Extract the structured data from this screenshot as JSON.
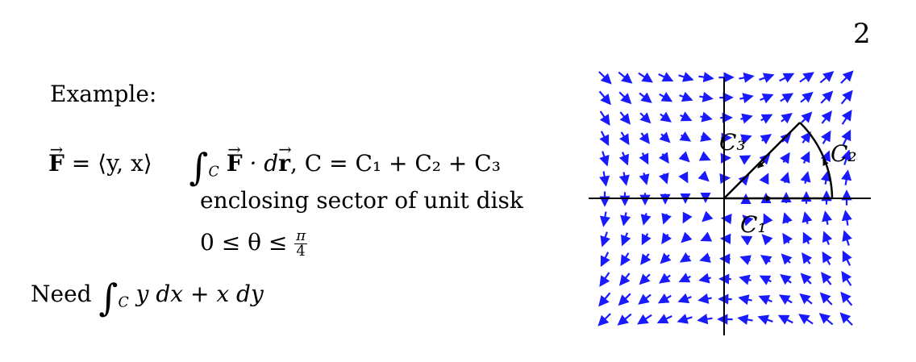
{
  "page_number": "2",
  "heading": "Example:",
  "field_def": "= ⟨y, x⟩",
  "field_symbol": "F",
  "integral_expr": "· d",
  "r_symbol": "r",
  "curve_def": ", C = C₁ + C₂ + C₃",
  "sub_C": "C",
  "description": "enclosing sector of unit disk",
  "theta_range": "0 ≤ θ ≤",
  "frac_num": "π",
  "frac_den": "4",
  "need_label": "Need",
  "need_expr": "y dx + x dy",
  "figure": {
    "labels": {
      "c1": "C₁",
      "c2": "C₂",
      "c3": "C₃"
    },
    "arrow_color": "#1a1aff"
  }
}
